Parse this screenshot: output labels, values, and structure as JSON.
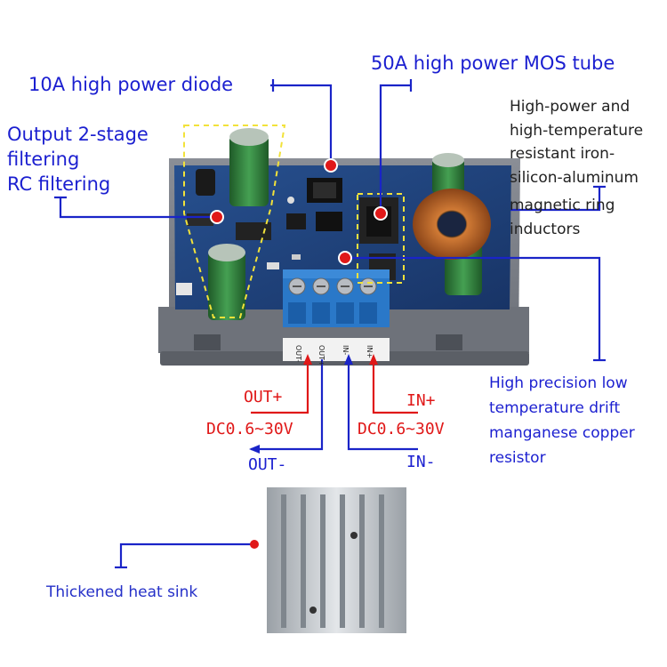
{
  "colors": {
    "label_blue": "#1b1fd0",
    "label_dark": "#222222",
    "label_red": "#e01818",
    "leader_blue": "#1a24c8",
    "marker_red": "#e01818",
    "pcb_blue": "#1f3d7a",
    "case_grey": "#7d8189",
    "terminal_blue": "#2a78c8",
    "capacitor_green": "#2f7a3a",
    "inductor_copper": "#b8652a",
    "heatsink_grey": "#b9bdc2",
    "highlight_yellow": "#f2e23a"
  },
  "callouts": {
    "diode": "10A high power diode",
    "mos": "50A high power MOS tube",
    "filter_line1": "Output 2-stage",
    "filter_line2": "filtering",
    "filter_line3": "RC filtering",
    "inductor_line1": "High-power and",
    "inductor_line2": "high-temperature",
    "inductor_line3": "resistant iron-",
    "inductor_line4": "silicon-aluminum",
    "inductor_line5": "magnetic ring",
    "inductor_line6": "inductors",
    "resistor_line1": "High precision low",
    "resistor_line2": "temperature drift",
    "resistor_line3": "manganese copper",
    "resistor_line4": "resistor",
    "heatsink": "Thickened heat sink"
  },
  "terminals": {
    "out_plus": "OUT+",
    "out_minus": "OUT-",
    "in_plus": "IN+",
    "in_minus": "IN-",
    "out_range": "DC0.6~30V",
    "in_range": "DC0.6~30V",
    "pin_labels": [
      "OUT-",
      "OUT+",
      "IN-",
      "IN+"
    ]
  },
  "icons": {
    "marker": "red-dot-marker",
    "arrow": "arrow-head"
  }
}
